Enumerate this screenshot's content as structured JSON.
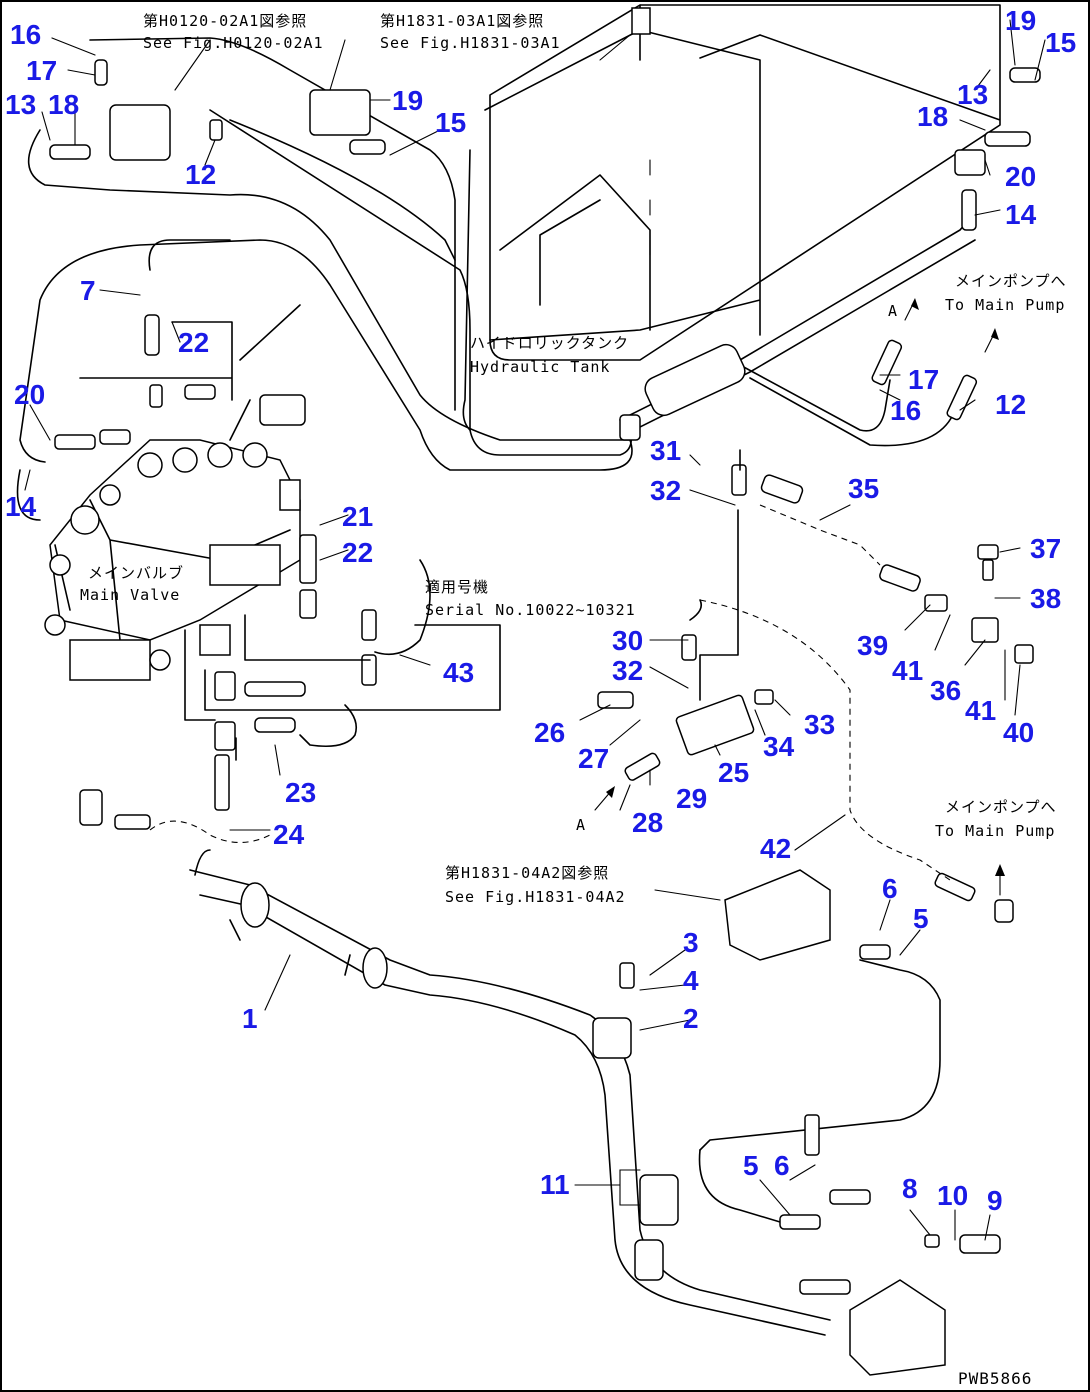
{
  "drawing_code": "PWB5866",
  "notes": {
    "ref_h0120_jp": "第H0120-02A1図参照",
    "ref_h0120_en": "See Fig.H0120-02A1",
    "ref_h1831_03_jp": "第H1831-03A1図参照",
    "ref_h1831_03_en": "See Fig.H1831-03A1",
    "tank_jp": "ハイドロリックタンク",
    "tank_en": "Hydraulic Tank",
    "main_pump_jp": "メインポンプへ",
    "main_pump_en": "To Main Pump",
    "main_valve_jp": "メインバルブ",
    "main_valve_en": "Main Valve",
    "serial_jp": "適用号機",
    "serial_en": "Serial No.10022~10321",
    "ref_h1831_04_jp": "第H1831-04A2図参照",
    "ref_h1831_04_en": "See Fig.H1831-04A2",
    "arrow_a": "A"
  },
  "callouts": [
    {
      "id": "c16a",
      "label": "16"
    },
    {
      "id": "c17a",
      "label": "17"
    },
    {
      "id": "c13a",
      "label": "13"
    },
    {
      "id": "c18a",
      "label": "18"
    },
    {
      "id": "c12a",
      "label": "12"
    },
    {
      "id": "c19a",
      "label": "19"
    },
    {
      "id": "c15a",
      "label": "15"
    },
    {
      "id": "c19b",
      "label": "19"
    },
    {
      "id": "c15b",
      "label": "15"
    },
    {
      "id": "c13b",
      "label": "13"
    },
    {
      "id": "c18b",
      "label": "18"
    },
    {
      "id": "c20a",
      "label": "20"
    },
    {
      "id": "c14a",
      "label": "14"
    },
    {
      "id": "c7",
      "label": "7"
    },
    {
      "id": "c22a",
      "label": "22"
    },
    {
      "id": "c20b",
      "label": "20"
    },
    {
      "id": "c14b",
      "label": "14"
    },
    {
      "id": "c21",
      "label": "21"
    },
    {
      "id": "c22b",
      "label": "22"
    },
    {
      "id": "c17b",
      "label": "17"
    },
    {
      "id": "c16b",
      "label": "16"
    },
    {
      "id": "c12b",
      "label": "12"
    },
    {
      "id": "c31",
      "label": "31"
    },
    {
      "id": "c32a",
      "label": "32"
    },
    {
      "id": "c35",
      "label": "35"
    },
    {
      "id": "c37",
      "label": "37"
    },
    {
      "id": "c38",
      "label": "38"
    },
    {
      "id": "c39",
      "label": "39"
    },
    {
      "id": "c41a",
      "label": "41"
    },
    {
      "id": "c36",
      "label": "36"
    },
    {
      "id": "c41b",
      "label": "41"
    },
    {
      "id": "c40",
      "label": "40"
    },
    {
      "id": "c43",
      "label": "43"
    },
    {
      "id": "c30",
      "label": "30"
    },
    {
      "id": "c32b",
      "label": "32"
    },
    {
      "id": "c26",
      "label": "26"
    },
    {
      "id": "c27",
      "label": "27"
    },
    {
      "id": "c25",
      "label": "25"
    },
    {
      "id": "c34",
      "label": "34"
    },
    {
      "id": "c33",
      "label": "33"
    },
    {
      "id": "c29",
      "label": "29"
    },
    {
      "id": "c28",
      "label": "28"
    },
    {
      "id": "c23",
      "label": "23"
    },
    {
      "id": "c24",
      "label": "24"
    },
    {
      "id": "c42",
      "label": "42"
    },
    {
      "id": "c6a",
      "label": "6"
    },
    {
      "id": "c5a",
      "label": "5"
    },
    {
      "id": "c3",
      "label": "3"
    },
    {
      "id": "c4",
      "label": "4"
    },
    {
      "id": "c2",
      "label": "2"
    },
    {
      "id": "c1",
      "label": "1"
    },
    {
      "id": "c11",
      "label": "11"
    },
    {
      "id": "c5b",
      "label": "5"
    },
    {
      "id": "c6b",
      "label": "6"
    },
    {
      "id": "c8",
      "label": "8"
    },
    {
      "id": "c10",
      "label": "10"
    },
    {
      "id": "c9",
      "label": "9"
    }
  ]
}
